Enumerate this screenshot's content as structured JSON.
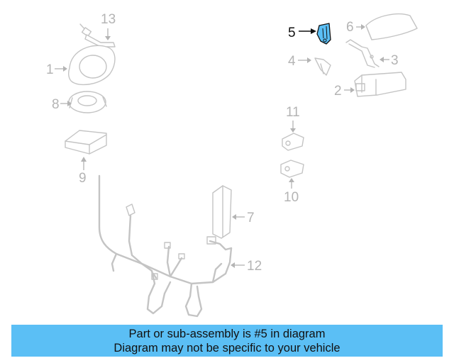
{
  "diagram": {
    "callouts": [
      {
        "id": "1",
        "label": "1",
        "highlighted": false
      },
      {
        "id": "2",
        "label": "2",
        "highlighted": false
      },
      {
        "id": "3",
        "label": "3",
        "highlighted": false
      },
      {
        "id": "4",
        "label": "4",
        "highlighted": false
      },
      {
        "id": "5",
        "label": "5",
        "highlighted": true
      },
      {
        "id": "6",
        "label": "6",
        "highlighted": false
      },
      {
        "id": "7",
        "label": "7",
        "highlighted": false
      },
      {
        "id": "8",
        "label": "8",
        "highlighted": false
      },
      {
        "id": "9",
        "label": "9",
        "highlighted": false
      },
      {
        "id": "10",
        "label": "10",
        "highlighted": false
      },
      {
        "id": "11",
        "label": "11",
        "highlighted": false
      },
      {
        "id": "12",
        "label": "12",
        "highlighted": false
      },
      {
        "id": "13",
        "label": "13",
        "highlighted": false
      }
    ],
    "colors": {
      "highlight_part": "#5bbff5",
      "part_outline": "#c4c4c4",
      "callout_text": "#b4b4b4",
      "callout_text_highlight": "#111111"
    }
  },
  "banner": {
    "line1": "Part or sub-assembly is #5 in diagram",
    "line2": "Diagram may not be specific to your vehicle",
    "background": "#5bbff5"
  }
}
